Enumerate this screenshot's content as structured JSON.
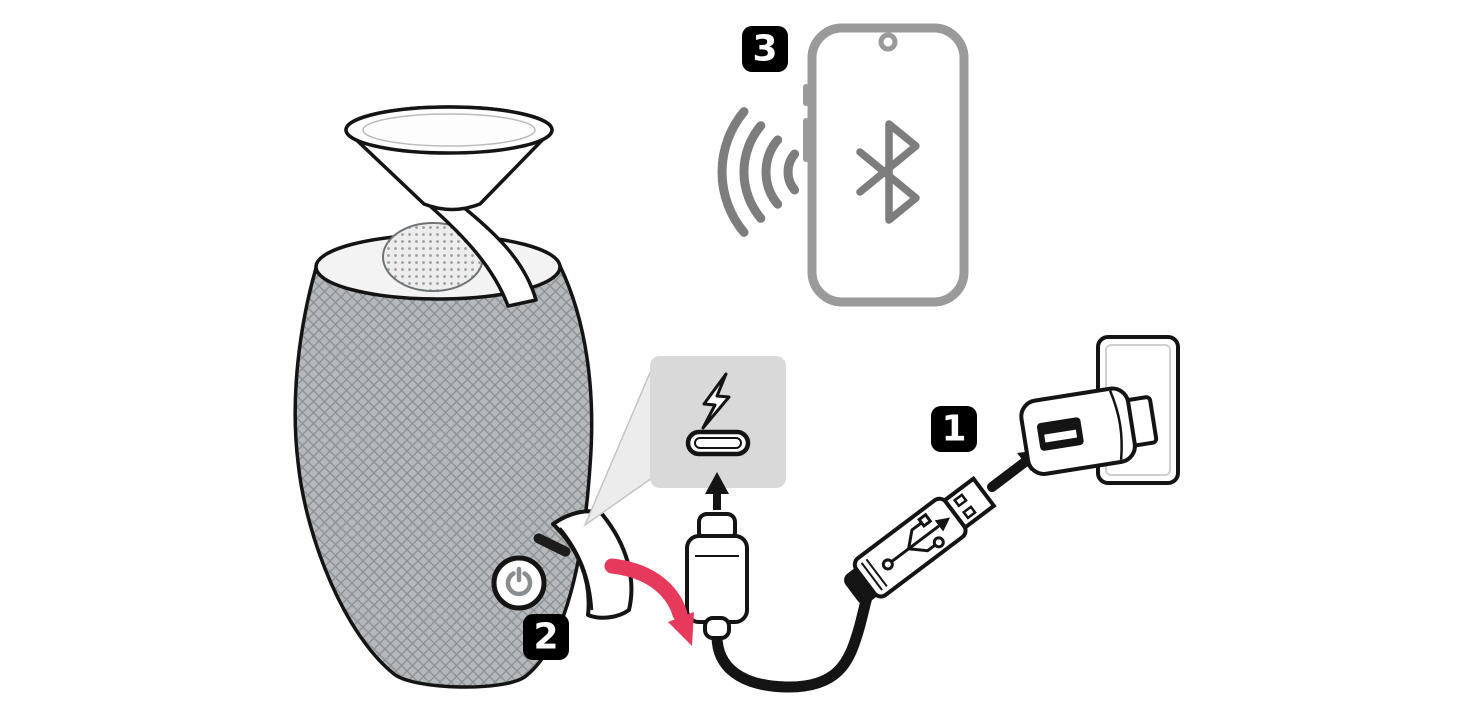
{
  "steps": [
    {
      "number": "1"
    },
    {
      "number": "2"
    },
    {
      "number": "3"
    }
  ],
  "icons": {
    "power-icon": "⏻",
    "lightning-icon": "⚡",
    "bluetooth-icon": "ᛒ",
    "usb-trident-icon": "⑂",
    "wireless-waves-icon": "(((",
    "arrow-up-icon": "↑",
    "connect-arrow-icon": "➤",
    "flip-open-arrow-icon": "↷"
  },
  "colors": {
    "accent_red": "#e6395c",
    "panel_gray": "#d9d9d9",
    "outline_black": "#141414",
    "speaker_fabric_gray": "#b5b9bb",
    "phone_border_gray": "#9a9a9a",
    "icon_gray": "#7d7d7d",
    "badge_black": "#000000",
    "background": "#ffffff"
  }
}
